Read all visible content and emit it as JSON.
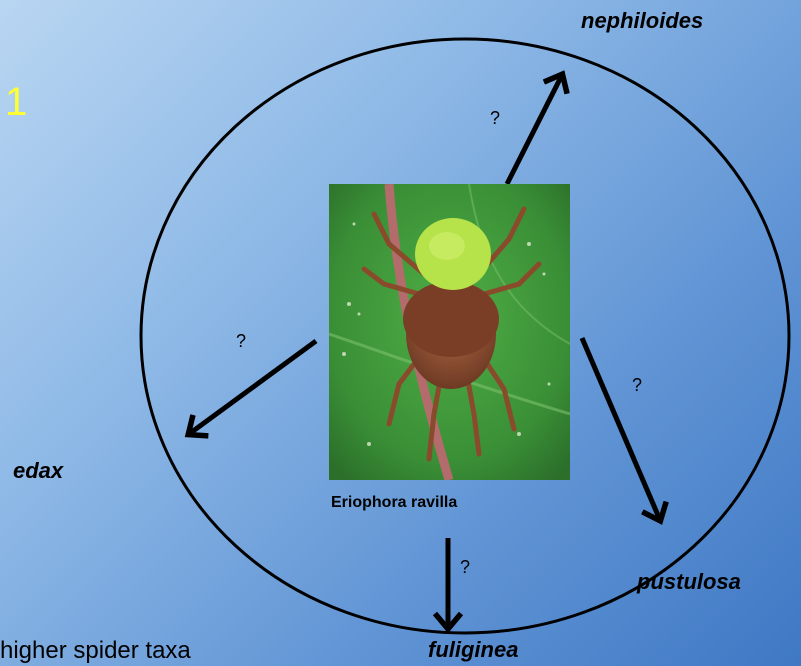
{
  "slide_number": "1",
  "caption": "higher spider taxa",
  "center": {
    "caption": "Eriophora ravilla"
  },
  "species": {
    "nephiloides": "nephiloides",
    "edax": "edax",
    "pustulosa": "pustulosa",
    "fuliginea": "fuliginea"
  },
  "unknown_mark": "?",
  "colors": {
    "background_light": "#b9d6f2",
    "background_dark": "#3f78c4",
    "slide_number": "#ffff33",
    "leaf": "#3e9a3a",
    "spider_abdomen": "#b6e24a"
  }
}
